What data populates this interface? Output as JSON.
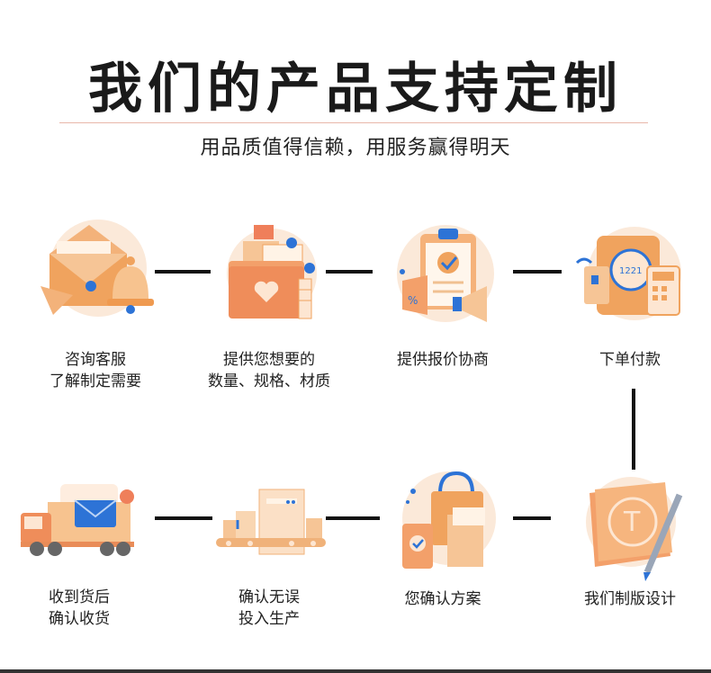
{
  "title": "我们的产品支持定制",
  "subtitle": "用品质值得信赖，用服务赢得明天",
  "colors": {
    "accent": "#f0a35e",
    "accent_light": "#fbe3cc",
    "blue": "#2d73d6",
    "divider": "#e8b7aa"
  },
  "steps": [
    {
      "icon": "envelope-bell-icon",
      "line1": "咨询客服",
      "line2": "了解制定需要"
    },
    {
      "icon": "folder-heart-icon",
      "line1": "提供您想要的",
      "line2": "数量、规格、材质"
    },
    {
      "icon": "clipboard-check-icon",
      "line1": "提供报价协商",
      "line2": ""
    },
    {
      "icon": "payment-card-icon",
      "line1": "下单付款",
      "line2": ""
    },
    {
      "icon": "blueprint-pencil-icon",
      "line1": "我们制版设计",
      "line2": ""
    },
    {
      "icon": "shopping-bag-box-icon",
      "line1": "您确认方案",
      "line2": ""
    },
    {
      "icon": "production-line-icon",
      "line1": "确认无误",
      "line2": "投入生产"
    },
    {
      "icon": "delivery-truck-icon",
      "line1": "收到货后",
      "line2": "确认收货"
    }
  ],
  "icon_text": {
    "card_number": "1221"
  }
}
